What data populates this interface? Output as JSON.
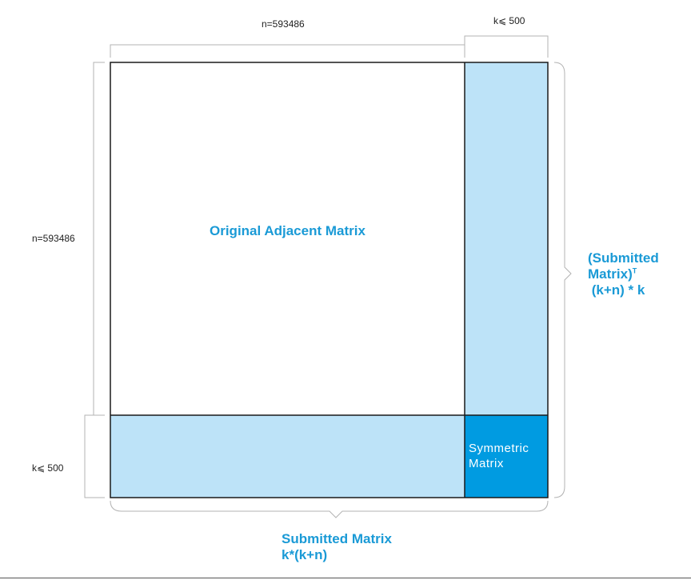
{
  "labels": {
    "top_n": "n=593486",
    "top_k": "k⩽ 500",
    "left_n": "n=593486",
    "left_k": "k⩽ 500",
    "original": "Original Adjacent Matrix",
    "symmetric_line1": "Symmetric",
    "symmetric_line2": "Matrix",
    "right_line1": "(Submitted",
    "right_line2_text": "Matrix)",
    "right_line2_sup": "T",
    "right_line3": " (k+n) * k",
    "bottom_line1": "Submitted Matrix",
    "bottom_line2": "k*(k+n)"
  },
  "colors": {
    "submitted_fill": "#bde3f8",
    "symmetric_fill": "#009be1",
    "accent_text": "#1a9ad6",
    "outline": "#1a1a1a",
    "bracket": "#b3b3b3",
    "footer_line": "#555555"
  }
}
